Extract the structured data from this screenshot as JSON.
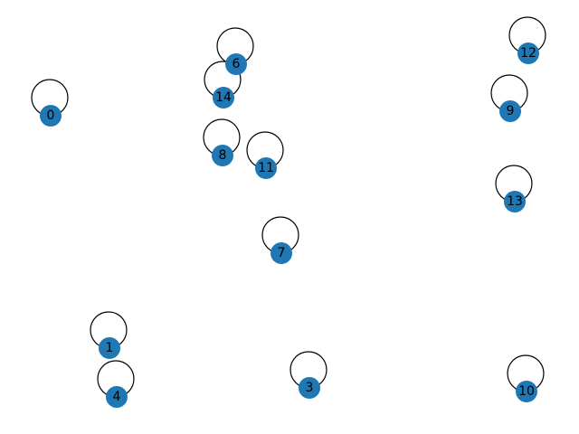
{
  "graph": {
    "colors": {
      "node": "#1f77b4",
      "edge": "#000000",
      "label": "#000000"
    },
    "nodes": [
      {
        "id": "n0",
        "label": "0",
        "self_loop": true
      },
      {
        "id": "n1",
        "label": "1",
        "self_loop": true
      },
      {
        "id": "n3",
        "label": "3",
        "self_loop": true
      },
      {
        "id": "n4",
        "label": "4",
        "self_loop": true
      },
      {
        "id": "n6",
        "label": "6",
        "self_loop": true
      },
      {
        "id": "n7",
        "label": "7",
        "self_loop": true
      },
      {
        "id": "n8",
        "label": "8",
        "self_loop": true
      },
      {
        "id": "n9",
        "label": "9",
        "self_loop": true
      },
      {
        "id": "n10",
        "label": "10",
        "self_loop": true
      },
      {
        "id": "n11",
        "label": "11",
        "self_loop": true
      },
      {
        "id": "n12",
        "label": "12",
        "self_loop": true
      },
      {
        "id": "n13",
        "label": "13",
        "self_loop": true
      },
      {
        "id": "n14",
        "label": "14",
        "self_loop": true
      }
    ]
  }
}
